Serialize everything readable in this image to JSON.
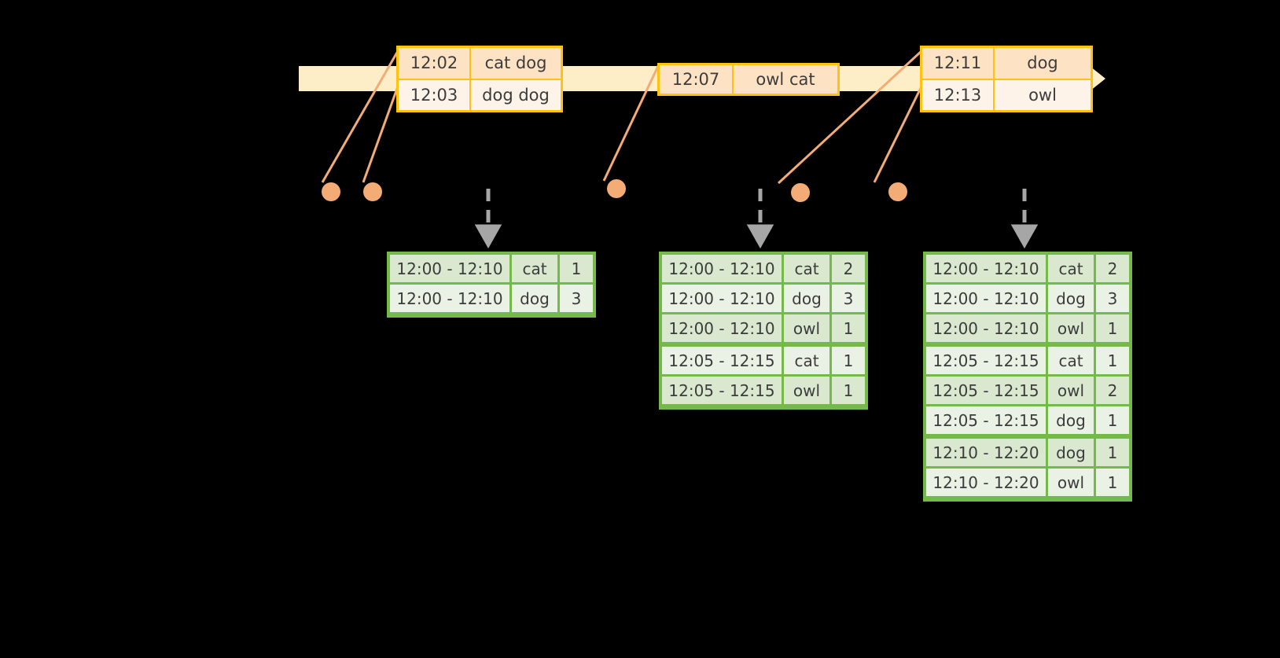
{
  "timeline": {
    "label": "event-time-timeline",
    "arrow_icon": "right-arrow-icon",
    "events": [
      {
        "id": "evt-group-1",
        "rows": [
          {
            "time": "12:02",
            "value": "cat dog"
          },
          {
            "time": "12:03",
            "value": "dog dog"
          }
        ]
      },
      {
        "id": "evt-group-2",
        "rows": [
          {
            "time": "12:07",
            "value": "owl cat"
          }
        ]
      },
      {
        "id": "evt-group-3",
        "rows": [
          {
            "time": "12:11",
            "value": "dog"
          },
          {
            "time": "12:13",
            "value": "owl"
          }
        ]
      }
    ]
  },
  "markers": [
    {
      "name": "event-marker-1"
    },
    {
      "name": "event-marker-2"
    },
    {
      "name": "event-marker-3"
    },
    {
      "name": "event-marker-4"
    },
    {
      "name": "event-marker-5"
    }
  ],
  "colors": {
    "timeline_fill": "#fdeec8",
    "event_border": "#ffc20e",
    "event_shade": "#fde3c4",
    "event_plain": "#fdf3e8",
    "marker": "#f4ac77",
    "table_border": "#74b94a",
    "table_row_alt": "#dbe8d0",
    "table_row": "#eaf1e5",
    "dashed_arrow": "#a6a6a6",
    "text": "#3c3c3c",
    "background": "#000000"
  },
  "results": {
    "columns": [
      "window",
      "word",
      "count"
    ],
    "tables": [
      {
        "name": "result-table-1",
        "arrow_icon": "dashed-down-arrow-icon",
        "rows": [
          {
            "window": "12:00 - 12:10",
            "word": "cat",
            "count": "1",
            "alt": true,
            "group_end": false
          },
          {
            "window": "12:00 - 12:10",
            "word": "dog",
            "count": "3",
            "alt": false,
            "group_end": true
          }
        ]
      },
      {
        "name": "result-table-2",
        "arrow_icon": "dashed-down-arrow-icon",
        "rows": [
          {
            "window": "12:00 - 12:10",
            "word": "cat",
            "count": "2",
            "alt": true,
            "group_end": false
          },
          {
            "window": "12:00 - 12:10",
            "word": "dog",
            "count": "3",
            "alt": false,
            "group_end": false
          },
          {
            "window": "12:00 - 12:10",
            "word": "owl",
            "count": "1",
            "alt": true,
            "group_end": true
          },
          {
            "window": "12:05 - 12:15",
            "word": "cat",
            "count": "1",
            "alt": false,
            "group_end": false
          },
          {
            "window": "12:05 - 12:15",
            "word": "owl",
            "count": "1",
            "alt": true,
            "group_end": true
          }
        ]
      },
      {
        "name": "result-table-3",
        "arrow_icon": "dashed-down-arrow-icon",
        "rows": [
          {
            "window": "12:00 - 12:10",
            "word": "cat",
            "count": "2",
            "alt": true,
            "group_end": false
          },
          {
            "window": "12:00 - 12:10",
            "word": "dog",
            "count": "3",
            "alt": false,
            "group_end": false
          },
          {
            "window": "12:00 - 12:10",
            "word": "owl",
            "count": "1",
            "alt": true,
            "group_end": true
          },
          {
            "window": "12:05 - 12:15",
            "word": "cat",
            "count": "1",
            "alt": false,
            "group_end": false
          },
          {
            "window": "12:05 - 12:15",
            "word": "owl",
            "count": "2",
            "alt": true,
            "group_end": false
          },
          {
            "window": "12:05 - 12:15",
            "word": "dog",
            "count": "1",
            "alt": false,
            "group_end": true
          },
          {
            "window": "12:10 - 12:20",
            "word": "dog",
            "count": "1",
            "alt": true,
            "group_end": false
          },
          {
            "window": "12:10 - 12:20",
            "word": "owl",
            "count": "1",
            "alt": false,
            "group_end": true
          }
        ]
      }
    ]
  }
}
